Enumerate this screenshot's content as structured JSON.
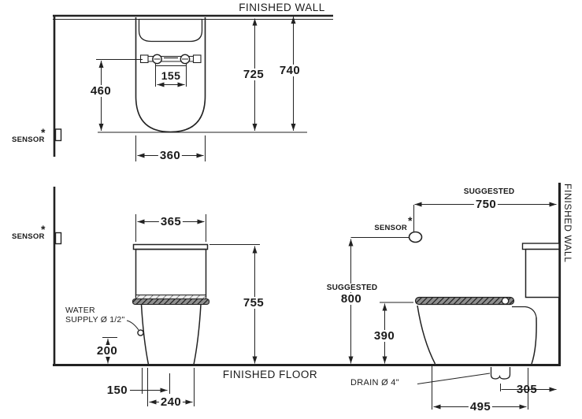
{
  "top_view": {
    "finished_wall_label": "FINISHED WALL",
    "sensor_label": "SENSOR",
    "sensor_note_mark": "*",
    "dims": {
      "hinge_spacing": "155",
      "front_to_hinge": "460",
      "bowl_width": "360",
      "front_to_wall": "725",
      "overall_depth": "740"
    }
  },
  "front_view": {
    "sensor_label": "SENSOR",
    "sensor_note_mark": "*",
    "water_supply_line1": "WATER",
    "water_supply_line2": "SUPPLY Ø 1/2\"",
    "finished_floor_label": "FINISHED FLOOR",
    "dims": {
      "tank_width": "365",
      "overall_height": "755",
      "supply_height": "200",
      "supply_offset": "150",
      "base_width": "240"
    }
  },
  "side_view": {
    "suggested_750_label": "SUGGESTED",
    "suggested_800_label": "SUGGESTED",
    "sensor_label": "SENSOR",
    "sensor_note_mark": "*",
    "drain_label": "DRAIN Ø 4\"",
    "finished_wall_label": "FINISHED WALL",
    "dims": {
      "sensor_to_wall": "750",
      "sensor_height": "800",
      "rim_height": "390",
      "front_to_drain": "495",
      "drain_to_wall": "305"
    }
  }
}
